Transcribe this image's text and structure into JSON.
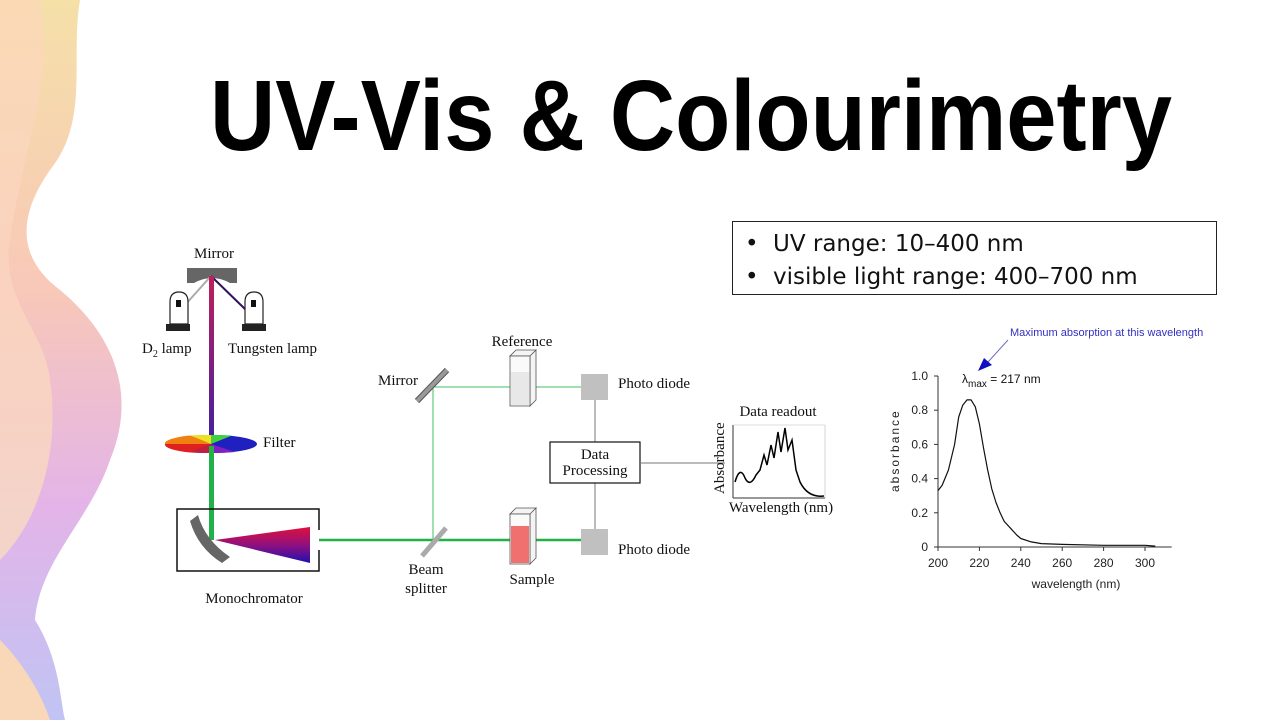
{
  "slide": {
    "title": "UV-Vis & Colourimetry",
    "bullets": [
      "UV range: 10–400 nm",
      "visible light range: 400–700 nm"
    ]
  },
  "diagram": {
    "labels": {
      "top_mirror": "Mirror",
      "d2_lamp": "D",
      "d2_sub": "2",
      "d2_lamp_rest": " lamp",
      "tungsten_lamp": "Tungsten lamp",
      "filter": "Filter",
      "monochromator": "Monochromator",
      "mirror": "Mirror",
      "beam_splitter_1": "Beam",
      "beam_splitter_2": "splitter",
      "reference": "Reference",
      "sample": "Sample",
      "photo_diode_top": "Photo diode",
      "photo_diode_bottom": "Photo diode",
      "data_processing_1": "Data",
      "data_processing_2": "Processing",
      "data_readout": "Data readout",
      "readout_ylabel": "Absorbance",
      "readout_xlabel": "Wavelength (nm)"
    },
    "colors": {
      "beam": "#22b04a",
      "sample": "#f07070",
      "component": "#999999"
    }
  },
  "chart_data": {
    "type": "line",
    "title": "",
    "xlabel": "wavelength (nm)",
    "ylabel": "absorbance",
    "xlim": [
      200,
      310
    ],
    "ylim": [
      0,
      1.0
    ],
    "xticks": [
      200,
      220,
      240,
      260,
      280,
      300
    ],
    "yticks": [
      "0",
      "0.2",
      "0.4",
      "0.6",
      "0.8",
      "1.0"
    ],
    "ytick_values": [
      0,
      0.2,
      0.4,
      0.6,
      0.8,
      1.0
    ],
    "grid": false,
    "annotation": "Maximum absorption at this wavelength",
    "annotation_color": "#3030c0",
    "lambda_label": "λ",
    "lambda_sub": "max",
    "lambda_value": " = 217 nm",
    "series": [
      {
        "x": [
          200,
          202,
          205,
          208,
          210,
          212,
          214,
          216,
          218,
          220,
          222,
          224,
          226,
          228,
          230,
          232,
          235,
          238,
          240,
          245,
          250,
          260,
          280,
          300,
          305
        ],
        "y": [
          0.33,
          0.36,
          0.45,
          0.6,
          0.76,
          0.83,
          0.86,
          0.86,
          0.82,
          0.72,
          0.58,
          0.45,
          0.34,
          0.26,
          0.2,
          0.15,
          0.11,
          0.07,
          0.05,
          0.03,
          0.02,
          0.015,
          0.01,
          0.01,
          0.005
        ]
      }
    ]
  }
}
